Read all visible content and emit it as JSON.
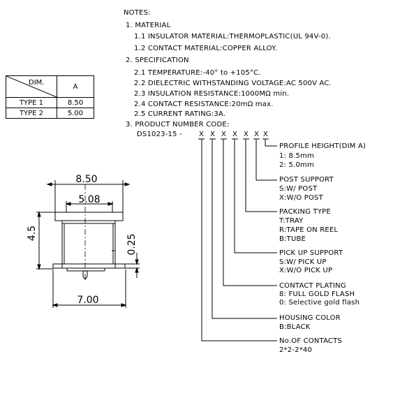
{
  "notes": {
    "heading": "NOTES:",
    "material_title": "1. MATERIAL",
    "material_1": "1.1  INSULATOR MATERIAL:THERMOPLASTIC(UL 94V-0).",
    "material_2": "1.2  CONTACT MATERIAL:COPPER ALLOY.",
    "spec_title": "2. SPECIFICATION",
    "spec_1": "2.1  TEMPERATURE:-40° to +105°C.",
    "spec_2": "2.2  DIELECTRIC WITHSTANDING VOLTAGE:AC 500V AC.",
    "spec_3": "2.3  INSULATION RESISTANCE:1000MΩ min.",
    "spec_4": "2.4  CONTACT RESISTANCE:20mΩ max.",
    "spec_5": "2.5  CURRENT RATING:3A.",
    "code_title": "3. PRODUCT NUMBER CODE:",
    "code_prefix": "DS1023-15 -",
    "code_slots": [
      "X",
      "X",
      "X",
      "X",
      "X",
      "X",
      "X"
    ]
  },
  "table": {
    "header_dim": "DIM.",
    "header_a": "A",
    "rows": [
      {
        "type": "TYPE 1",
        "value": "8.50"
      },
      {
        "type": "TYPE 2",
        "value": "5.00"
      }
    ]
  },
  "code_legend": [
    {
      "title": "PROFILE HEIGHT(DIM A)",
      "lines": [
        "1: 8.5mm",
        "2: 5.0mm"
      ]
    },
    {
      "title": "POST SUPPORT",
      "lines": [
        "S:W/ POST",
        "X:W/O POST"
      ]
    },
    {
      "title": "PACKING TYPE",
      "lines": [
        "T:TRAY",
        "R:TAPE ON REEL",
        "B:TUBE"
      ]
    },
    {
      "title": "PICK UP SUPPORT",
      "lines": [
        "S:W/ PICK UP",
        "X:W/O PICK UP"
      ]
    },
    {
      "title": "CONTACT PLATING",
      "lines": [
        "8: FULL GOLD FLASH",
        "0: Selective gold flash"
      ]
    },
    {
      "title": "HOUSING COLOR",
      "lines": [
        "B:BLACK"
      ]
    },
    {
      "title": "No.OF CONTACTS",
      "lines": [
        "2*2-2*40"
      ]
    }
  ],
  "dimensions": {
    "width_top": "8.50",
    "width_inner": "5.08",
    "height_left": "4.5",
    "height_right": "0.25",
    "width_bottom": "7.00"
  }
}
